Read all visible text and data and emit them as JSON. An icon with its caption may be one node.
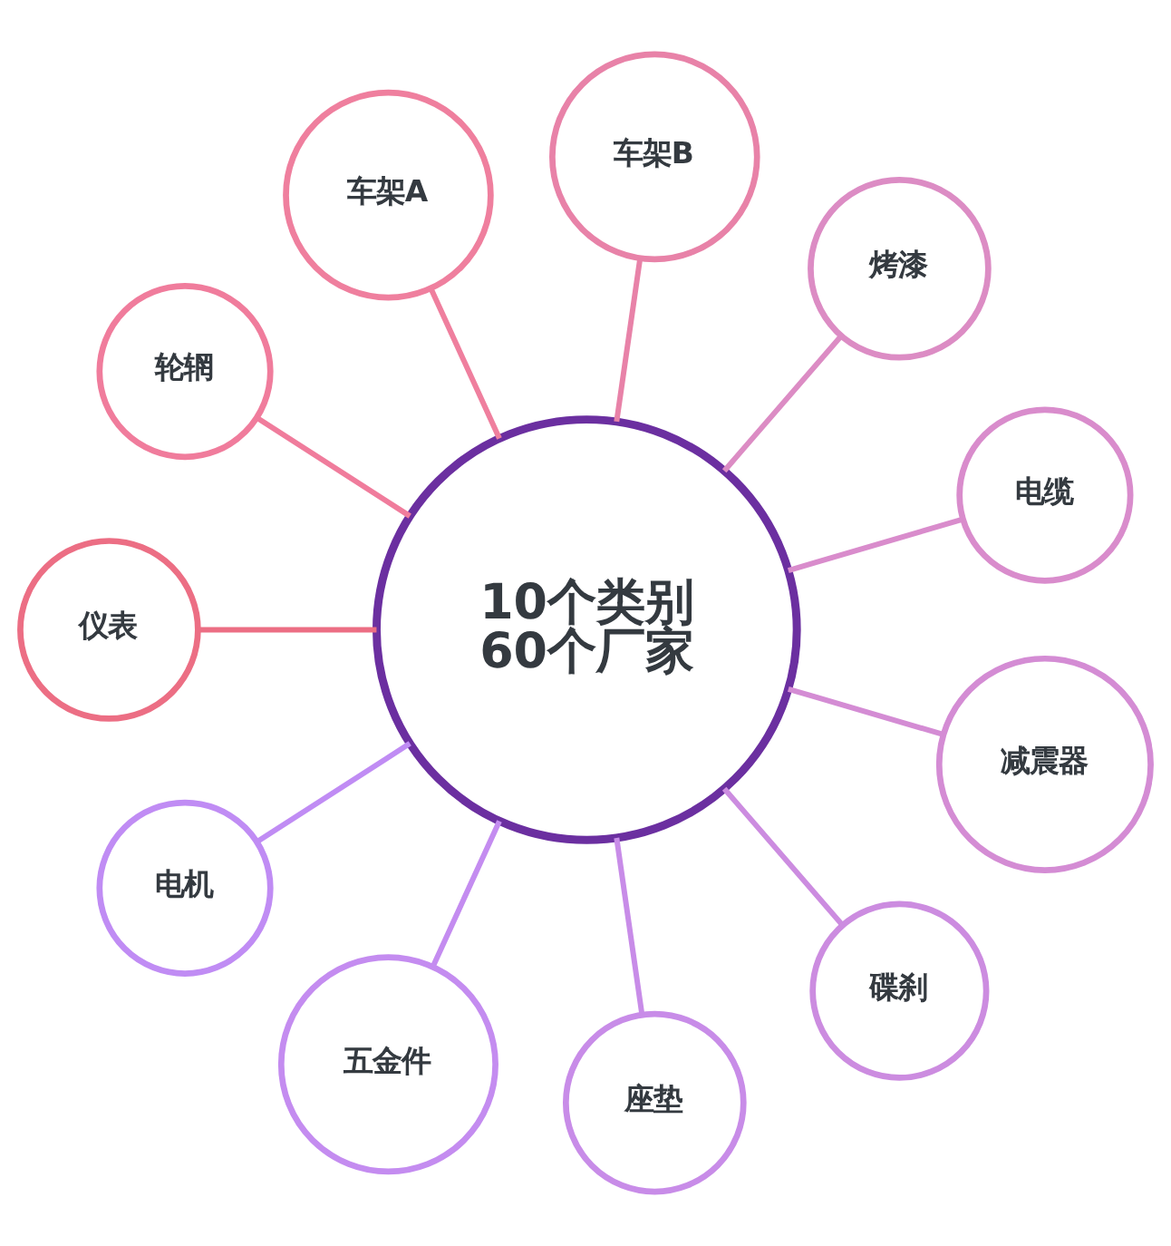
{
  "diagram": {
    "nodes": [
      {
        "text": [
          "10个类别",
          "60个厂家"
        ]
      },
      {
        "text": [
          "电缆"
        ]
      },
      {
        "text": [
          "烤漆"
        ]
      },
      {
        "text": [
          "车架B"
        ]
      },
      {
        "text": [
          "车架A"
        ]
      },
      {
        "text": [
          "轮辋"
        ]
      },
      {
        "text": [
          "仪表"
        ]
      },
      {
        "text": [
          "电机"
        ]
      },
      {
        "text": [
          "五金件"
        ]
      },
      {
        "text": [
          "座垫"
        ]
      },
      {
        "text": [
          "碟刹"
        ]
      },
      {
        "text": [
          "减震器"
        ]
      }
    ],
    "edges": [
      {
        "from": 0,
        "to": 1,
        "arrow": "none",
        "color": "#d98ccc"
      },
      {
        "from": 0,
        "to": 2,
        "arrow": "none",
        "color": "#dc8cc4"
      },
      {
        "from": 0,
        "to": 3,
        "arrow": "none",
        "color": "#e882a8"
      },
      {
        "from": 0,
        "to": 4,
        "arrow": "none",
        "color": "#ef7f9e"
      },
      {
        "from": 0,
        "to": 5,
        "arrow": "none",
        "color": "#f07c9c"
      },
      {
        "from": 0,
        "to": 6,
        "arrow": "none",
        "color": "#ec6e84"
      },
      {
        "from": 0,
        "to": 7,
        "arrow": "none",
        "color": "#c08cf4"
      },
      {
        "from": 0,
        "to": 8,
        "arrow": "none",
        "color": "#c48cf0"
      },
      {
        "from": 0,
        "to": 9,
        "arrow": "none",
        "color": "#c88ce8"
      },
      {
        "from": 0,
        "to": 10,
        "arrow": "none",
        "color": "#cc8ce0"
      },
      {
        "from": 0,
        "to": 11,
        "arrow": "none",
        "color": "#d48cd4"
      }
    ]
  }
}
